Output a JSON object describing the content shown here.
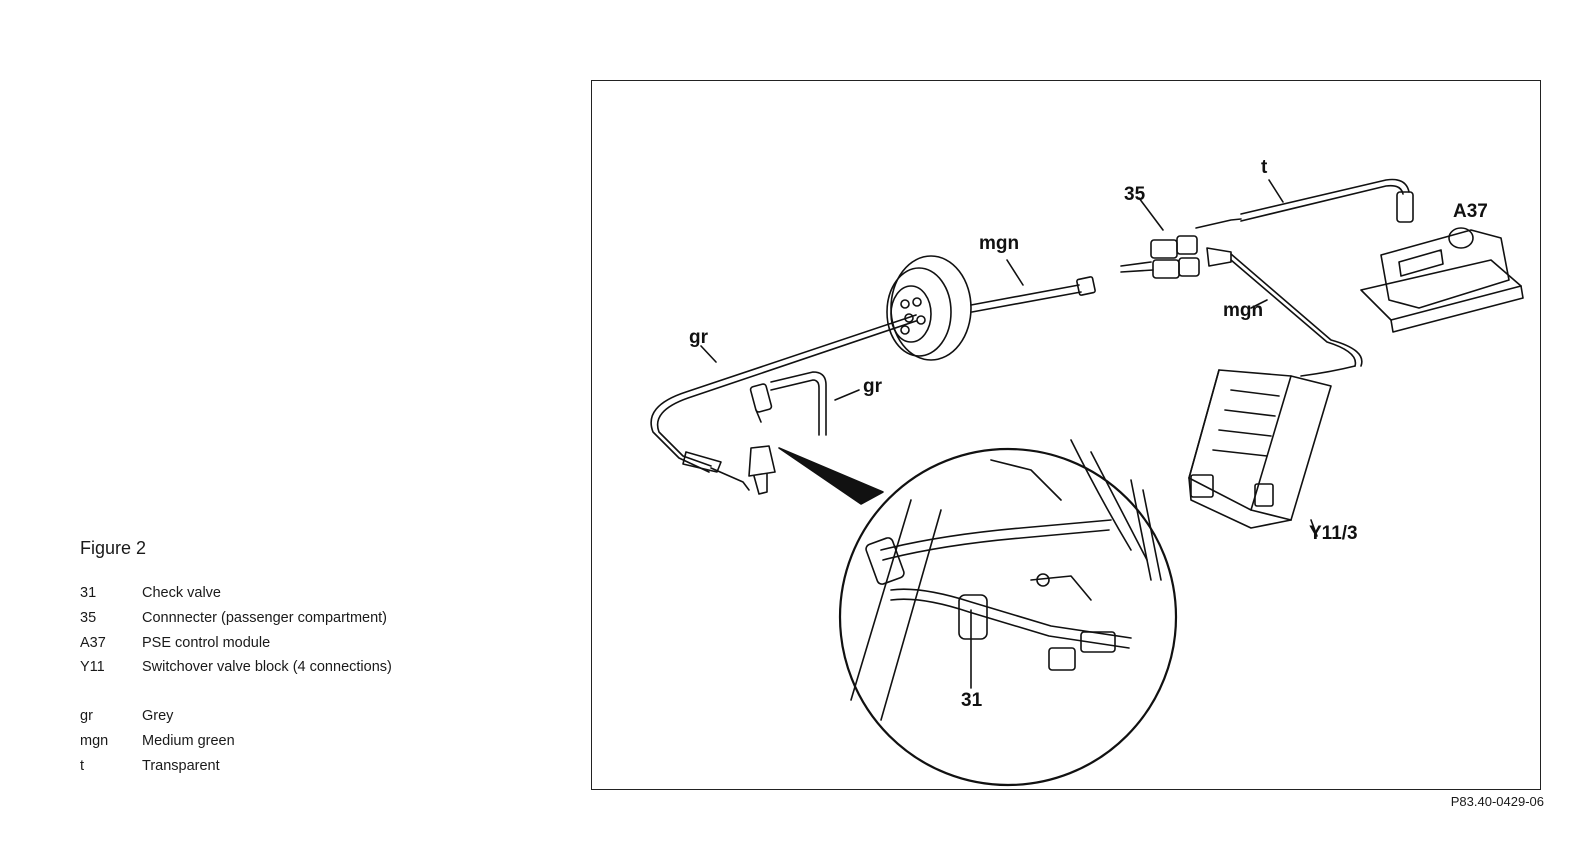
{
  "legend": {
    "title": "Figure 2",
    "components": [
      {
        "key": "31",
        "text": "Check valve"
      },
      {
        "key": "35",
        "text": "Connnecter (passenger compartment)"
      },
      {
        "key": "A37",
        "text": "PSE control module"
      },
      {
        "key": "Y11",
        "text": "Switchover valve block (4 connections)"
      }
    ],
    "colors": [
      {
        "key": "gr",
        "text": "Grey"
      },
      {
        "key": "mgn",
        "text": "Medium green"
      },
      {
        "key": "t",
        "text": "Transparent"
      }
    ]
  },
  "diagram": {
    "labels": {
      "gr_1": "gr",
      "gr_2": "gr",
      "mgn_1": "mgn",
      "mgn_2": "mgn",
      "t": "t",
      "c35": "35",
      "a37": "A37",
      "y11_3": "Y11/3",
      "c31": "31"
    },
    "figure_code": "P83.40-0429-06"
  }
}
